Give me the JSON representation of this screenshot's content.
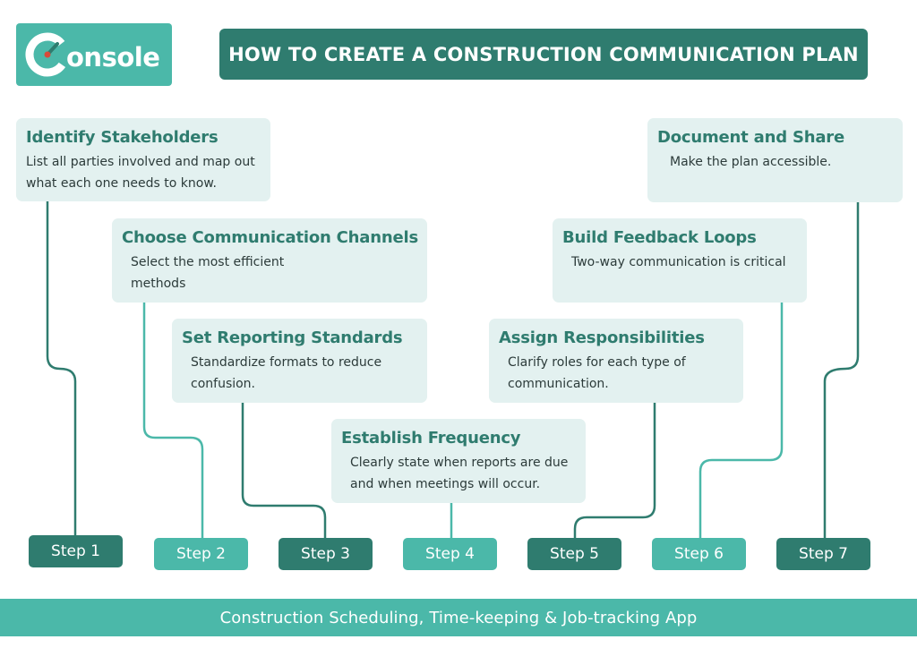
{
  "logo": {
    "text": "onsole",
    "letter": "C"
  },
  "title": "HOW TO CREATE A CONSTRUCTION COMMUNICATION PLAN",
  "steps": [
    {
      "heading": "Identify Stakeholders",
      "description": "List all parties involved and map out what each one needs to know.",
      "label": "Step 1"
    },
    {
      "heading": "Choose Communication Channels",
      "description": "Select the most efficient methods",
      "label": "Step 2"
    },
    {
      "heading": "Set Reporting Standards",
      "description": "Standardize formats to reduce confusion.",
      "label": "Step 3"
    },
    {
      "heading": "Establish Frequency",
      "description": "Clearly state when reports are due and when meetings will occur.",
      "label": "Step 4"
    },
    {
      "heading": "Assign Responsibilities",
      "description": "Clarify roles for each type of communication.",
      "label": "Step 5"
    },
    {
      "heading": "Build Feedback Loops",
      "description": "Two-way communication is critical",
      "label": "Step 6"
    },
    {
      "heading": "Document and Share",
      "description": "Make the plan accessible.",
      "label": "Step 7"
    }
  ],
  "footer": "Construction Scheduling, Time-keeping & Job-tracking App",
  "colors": {
    "dark_teal": "#2f7c6f",
    "light_teal": "#4bb8a9",
    "card_bg": "#e3f1f0"
  }
}
